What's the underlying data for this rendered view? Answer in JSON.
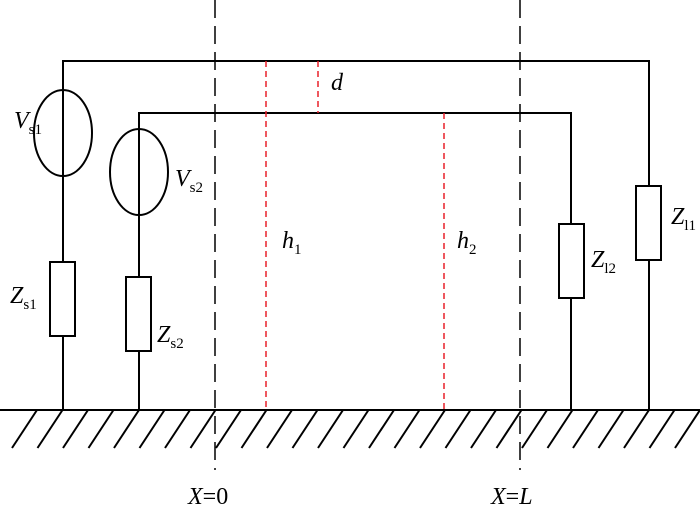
{
  "labels": {
    "vs1": {
      "main": "V",
      "sub": "s1"
    },
    "vs2": {
      "main": "V",
      "sub": "s2"
    },
    "zs1": {
      "main": "Z",
      "sub": "s1"
    },
    "zs2": {
      "main": "Z",
      "sub": "s2"
    },
    "zl1": {
      "main": "Z",
      "sub": "l1"
    },
    "zl2": {
      "main": "Z",
      "sub": "l2"
    },
    "h1": {
      "main": "h",
      "sub": "1"
    },
    "h2": {
      "main": "h",
      "sub": "2"
    },
    "d": "d",
    "x0": {
      "var": "X",
      "rest": "=0"
    },
    "xl": {
      "var": "X",
      "rest": "=",
      "val": "L"
    }
  },
  "colors": {
    "wire": "#000000",
    "height_marker": "#e8202a"
  }
}
